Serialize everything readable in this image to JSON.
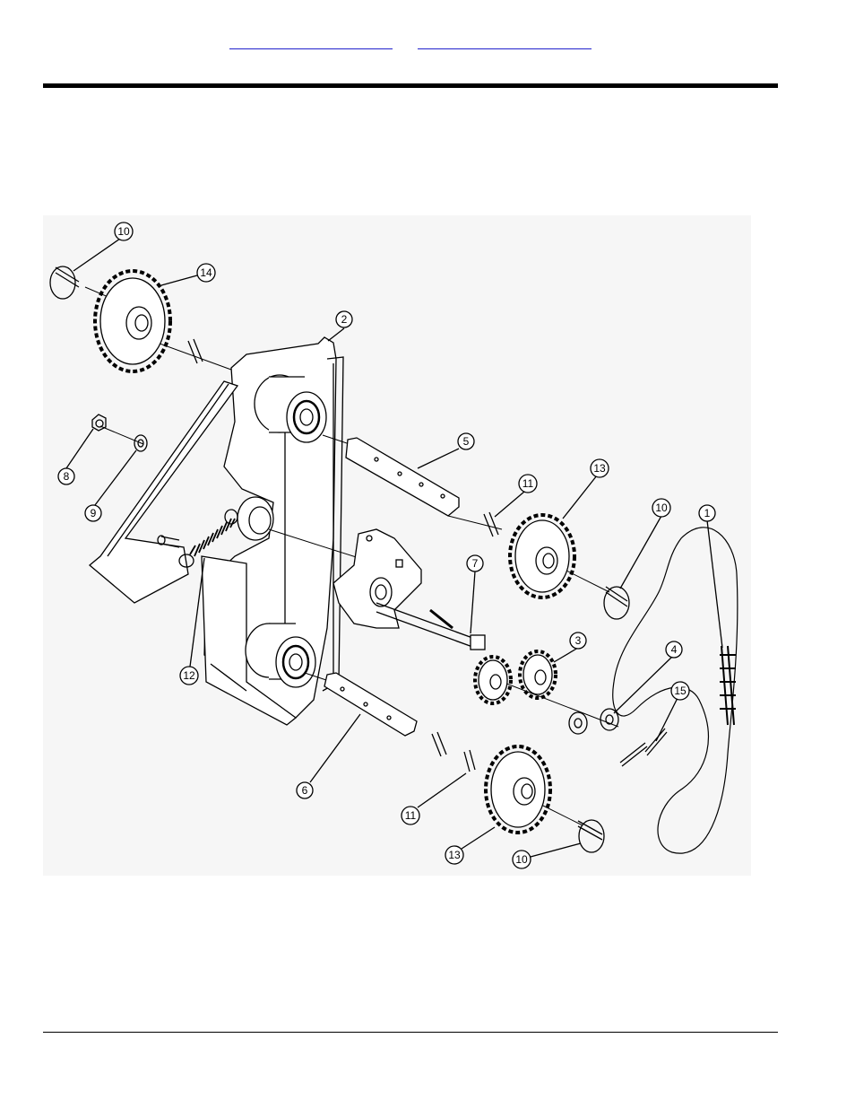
{
  "header": {
    "links": [
      "",
      ""
    ]
  },
  "callouts": [
    {
      "id": "c1",
      "label": "1"
    },
    {
      "id": "c2",
      "label": "2"
    },
    {
      "id": "c3",
      "label": "3"
    },
    {
      "id": "c4",
      "label": "4"
    },
    {
      "id": "c5",
      "label": "5"
    },
    {
      "id": "c6",
      "label": "6"
    },
    {
      "id": "c7",
      "label": "7"
    },
    {
      "id": "c8",
      "label": "8"
    },
    {
      "id": "c9",
      "label": "9"
    },
    {
      "id": "c10a",
      "label": "10"
    },
    {
      "id": "c10b",
      "label": "10"
    },
    {
      "id": "c10c",
      "label": "10"
    },
    {
      "id": "c11a",
      "label": "11"
    },
    {
      "id": "c11b",
      "label": "11"
    },
    {
      "id": "c12",
      "label": "12"
    },
    {
      "id": "c13a",
      "label": "13"
    },
    {
      "id": "c13b",
      "label": "13"
    },
    {
      "id": "c14",
      "label": "14"
    },
    {
      "id": "c15",
      "label": "15"
    }
  ],
  "colors": {
    "figure_bg": "#f6f6f6",
    "line": "#000000",
    "link": "#2222cc"
  }
}
